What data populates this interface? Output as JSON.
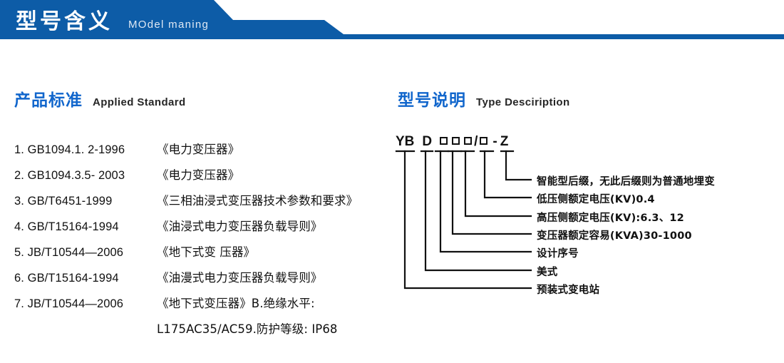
{
  "header": {
    "title_cn": "型号含义",
    "title_en": "MOdel maning",
    "bar_color": "#0d5ca7",
    "text_color": "#ffffff"
  },
  "sections": {
    "standard": {
      "title_cn": "产品标准",
      "title_en": "Applied Standard",
      "accent": "#1166cc"
    },
    "type": {
      "title_cn": "型号说明",
      "title_en": "Type Desciription",
      "accent": "#1166cc"
    }
  },
  "standards": [
    {
      "code": "1. GB1094.1. 2-1996",
      "name": "《电力变压器》"
    },
    {
      "code": "2. GB1094.3.5- 2003",
      "name": "《电力变压器》"
    },
    {
      "code": "3. GB/T6451-1999",
      "name": "《三相油浸式变压器技术参数和要求》"
    },
    {
      "code": "4. GB/T15164-1994",
      "name": "《油浸式电力变压器负载导则》"
    },
    {
      "code": "5. JB/T10544—2006",
      "name": "《地下式变 压器》"
    },
    {
      "code": "6. GB/T15164-1994",
      "name": "《油漫式电力变压器负载导则》"
    },
    {
      "code": "7. JB/T10544—2006",
      "name": "《地下式变压器》B.绝缘水平:"
    },
    {
      "code": "",
      "name": "L175AC35/AC59.防护等级: IP68"
    }
  ],
  "type_code": {
    "segments": [
      {
        "kind": "text",
        "text": "YB"
      },
      {
        "kind": "text",
        "text": "D"
      },
      {
        "kind": "box"
      },
      {
        "kind": "box"
      },
      {
        "kind": "box"
      },
      {
        "kind": "text",
        "text": "/"
      },
      {
        "kind": "box"
      },
      {
        "kind": "text",
        "text": "-"
      },
      {
        "kind": "text",
        "text": "Z"
      }
    ],
    "code_plain": "YB D □□□/□ - Z",
    "callouts": [
      {
        "label": "智能型后缀，无此后缀则为普通地埋变"
      },
      {
        "label": "低压侧额定电压(KV)0.4"
      },
      {
        "label": "高压侧额定电压(KV):6.3、12"
      },
      {
        "label": "变压器额定容易(KVA)30-1000"
      },
      {
        "label": "设计序号"
      },
      {
        "label": "美式"
      },
      {
        "label": "预装式变电站"
      }
    ]
  }
}
